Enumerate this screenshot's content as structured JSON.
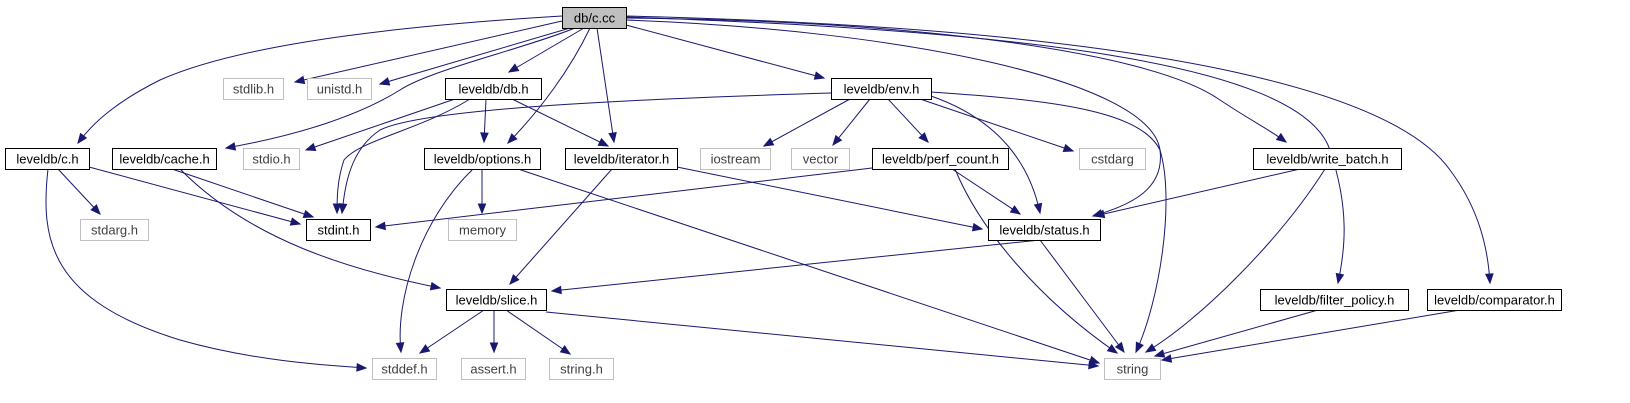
{
  "graph": {
    "colors": {
      "edge": "#191970",
      "root_fill": "#bfbfbf",
      "node_border": "#000000",
      "external_border": "#bfbfbf",
      "external_text": "#404040",
      "node_text": "#000000"
    },
    "nodes": [
      {
        "id": "c_cc",
        "label": "db/c.cc",
        "kind": "root"
      },
      {
        "id": "stdlib_h",
        "label": "stdlib.h",
        "kind": "external"
      },
      {
        "id": "unistd_h",
        "label": "unistd.h",
        "kind": "external"
      },
      {
        "id": "db_h",
        "label": "leveldb/db.h",
        "kind": "internal"
      },
      {
        "id": "env_h",
        "label": "leveldb/env.h",
        "kind": "internal"
      },
      {
        "id": "c_h",
        "label": "leveldb/c.h",
        "kind": "internal"
      },
      {
        "id": "cache_h",
        "label": "leveldb/cache.h",
        "kind": "internal"
      },
      {
        "id": "stdio_h",
        "label": "stdio.h",
        "kind": "external"
      },
      {
        "id": "options_h",
        "label": "leveldb/options.h",
        "kind": "internal"
      },
      {
        "id": "iterator_h",
        "label": "leveldb/iterator.h",
        "kind": "internal"
      },
      {
        "id": "iostream",
        "label": "iostream",
        "kind": "external"
      },
      {
        "id": "vector",
        "label": "vector",
        "kind": "external"
      },
      {
        "id": "perf_count_h",
        "label": "leveldb/perf_count.h",
        "kind": "internal"
      },
      {
        "id": "cstdarg",
        "label": "cstdarg",
        "kind": "external"
      },
      {
        "id": "write_batch_h",
        "label": "leveldb/write_batch.h",
        "kind": "internal"
      },
      {
        "id": "stdarg_h",
        "label": "stdarg.h",
        "kind": "external"
      },
      {
        "id": "stdint_h",
        "label": "stdint.h",
        "kind": "internal"
      },
      {
        "id": "memory",
        "label": "memory",
        "kind": "external"
      },
      {
        "id": "status_h",
        "label": "leveldb/status.h",
        "kind": "internal"
      },
      {
        "id": "slice_h",
        "label": "leveldb/slice.h",
        "kind": "internal"
      },
      {
        "id": "filter_policy_h",
        "label": "leveldb/filter_policy.h",
        "kind": "internal"
      },
      {
        "id": "comparator_h",
        "label": "leveldb/comparator.h",
        "kind": "internal"
      },
      {
        "id": "stddef_h",
        "label": "stddef.h",
        "kind": "external"
      },
      {
        "id": "assert_h",
        "label": "assert.h",
        "kind": "external"
      },
      {
        "id": "string_h",
        "label": "string.h",
        "kind": "external"
      },
      {
        "id": "string",
        "label": "string",
        "kind": "external"
      }
    ],
    "edges": [
      [
        "c_cc",
        "stdlib_h"
      ],
      [
        "c_cc",
        "unistd_h"
      ],
      [
        "c_cc",
        "db_h"
      ],
      [
        "c_cc",
        "env_h"
      ],
      [
        "c_cc",
        "c_h"
      ],
      [
        "c_cc",
        "cache_h"
      ],
      [
        "c_cc",
        "options_h"
      ],
      [
        "c_cc",
        "iterator_h"
      ],
      [
        "c_cc",
        "status_h"
      ],
      [
        "c_cc",
        "write_batch_h"
      ],
      [
        "c_cc",
        "filter_policy_h"
      ],
      [
        "c_cc",
        "comparator_h"
      ],
      [
        "db_h",
        "stdio_h"
      ],
      [
        "db_h",
        "stdint_h"
      ],
      [
        "db_h",
        "options_h"
      ],
      [
        "db_h",
        "iterator_h"
      ],
      [
        "env_h",
        "stdint_h"
      ],
      [
        "env_h",
        "iostream"
      ],
      [
        "env_h",
        "vector"
      ],
      [
        "env_h",
        "perf_count_h"
      ],
      [
        "env_h",
        "cstdarg"
      ],
      [
        "env_h",
        "status_h"
      ],
      [
        "env_h",
        "string"
      ],
      [
        "c_h",
        "stdarg_h"
      ],
      [
        "c_h",
        "stdint_h"
      ],
      [
        "c_h",
        "stddef_h"
      ],
      [
        "cache_h",
        "stdint_h"
      ],
      [
        "cache_h",
        "slice_h"
      ],
      [
        "options_h",
        "memory"
      ],
      [
        "options_h",
        "stddef_h"
      ],
      [
        "options_h",
        "string"
      ],
      [
        "iterator_h",
        "status_h"
      ],
      [
        "iterator_h",
        "slice_h"
      ],
      [
        "perf_count_h",
        "stdint_h"
      ],
      [
        "perf_count_h",
        "status_h"
      ],
      [
        "perf_count_h",
        "string"
      ],
      [
        "write_batch_h",
        "status_h"
      ],
      [
        "write_batch_h",
        "string"
      ],
      [
        "status_h",
        "slice_h"
      ],
      [
        "status_h",
        "string"
      ],
      [
        "slice_h",
        "stddef_h"
      ],
      [
        "slice_h",
        "assert_h"
      ],
      [
        "slice_h",
        "string_h"
      ],
      [
        "slice_h",
        "string"
      ],
      [
        "filter_policy_h",
        "string"
      ],
      [
        "comparator_h",
        "string"
      ]
    ]
  }
}
